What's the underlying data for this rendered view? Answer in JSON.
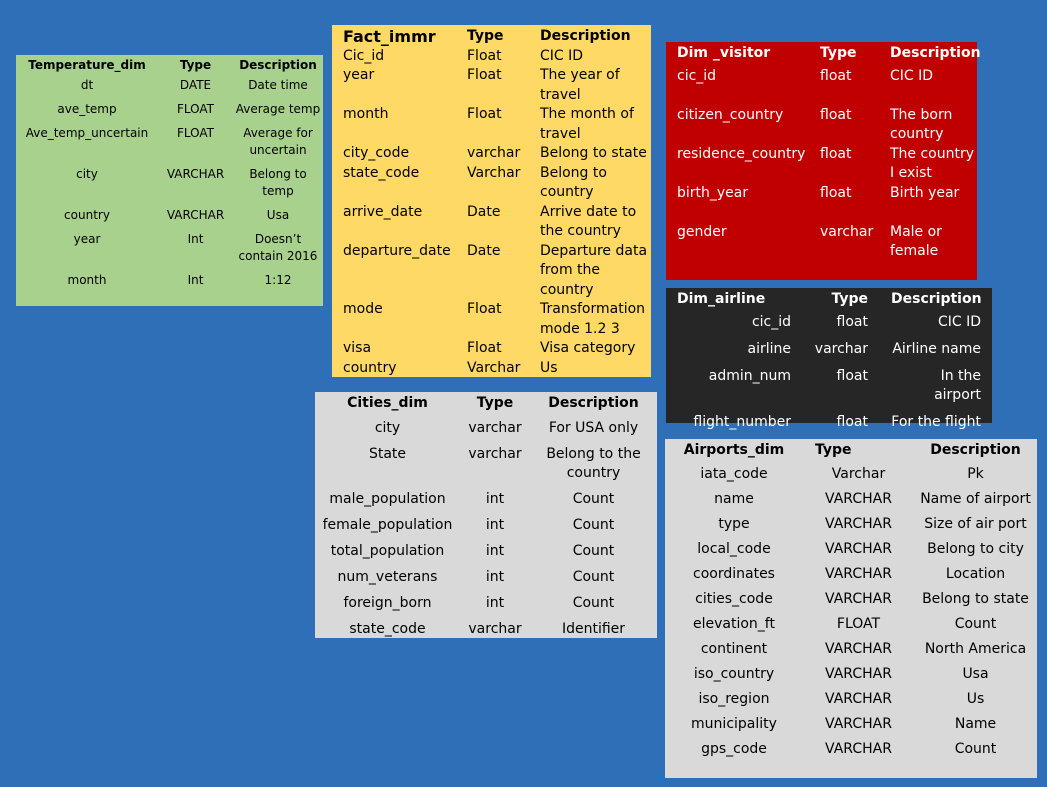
{
  "temperature_dim": {
    "headers": [
      "Temperature_dim",
      "Type",
      "Description"
    ],
    "rows": [
      [
        "dt",
        "DATE",
        "Date time"
      ],
      [
        "ave_temp",
        "FLOAT",
        "Average temp"
      ],
      [
        "Ave_temp_uncertain",
        "FLOAT",
        "Average for uncertain"
      ],
      [
        "city",
        "VARCHAR",
        "Belong to temp"
      ],
      [
        "country",
        "VARCHAR",
        "Usa"
      ],
      [
        "year",
        "Int",
        "Doesn’t contain 2016"
      ],
      [
        "month",
        "Int",
        "1:12"
      ]
    ]
  },
  "fact_immr": {
    "headers": [
      "Fact_immr",
      "Type",
      "Description"
    ],
    "rows": [
      [
        "Cic_id",
        "Float",
        "CIC ID"
      ],
      [
        "year",
        "Float",
        "The year of travel"
      ],
      [
        "month",
        "Float",
        "The month of travel"
      ],
      [
        "city_code",
        "varchar",
        "Belong to state"
      ],
      [
        "state_code",
        "Varchar",
        "Belong to country"
      ],
      [
        "arrive_date",
        "Date",
        "Arrive date to the country"
      ],
      [
        "departure_date",
        "Date",
        "Departure data from the country"
      ],
      [
        "mode",
        "Float",
        "Transformation mode 1.2 3"
      ],
      [
        "visa",
        "Float",
        "Visa category"
      ],
      [
        "country",
        "Varchar",
        "Us"
      ]
    ]
  },
  "dim_visitor": {
    "headers": [
      "Dim _visitor",
      "Type",
      "Description"
    ],
    "rows": [
      [
        "cic_id",
        "float",
        "CIC ID"
      ],
      [
        "citizen_country",
        "float",
        "The born country"
      ],
      [
        "residence_country",
        "float",
        "The country I exist"
      ],
      [
        "birth_year",
        "float",
        "Birth year"
      ],
      [
        "gender",
        "varchar",
        "Male or female"
      ]
    ]
  },
  "dim_airline": {
    "headers": [
      "Dim_airline",
      "Type",
      "Description"
    ],
    "rows": [
      [
        "cic_id",
        "float",
        "CIC ID"
      ],
      [
        "airline",
        "varchar",
        "Airline name"
      ],
      [
        "admin_num",
        "float",
        "In the airport"
      ],
      [
        "flight_number",
        "float",
        "For the flight"
      ]
    ]
  },
  "cities_dim": {
    "headers": [
      "Cities_dim",
      "Type",
      "Description"
    ],
    "rows": [
      [
        "city",
        "varchar",
        "For USA only"
      ],
      [
        "State",
        "varchar",
        "Belong to the country"
      ],
      [
        "male_population",
        "int",
        "Count"
      ],
      [
        "female_population",
        "int",
        "Count"
      ],
      [
        "total_population",
        "int",
        "Count"
      ],
      [
        "num_veterans",
        "int",
        "Count"
      ],
      [
        "foreign_born",
        "int",
        "Count"
      ],
      [
        "state_code",
        "varchar",
        "Identifier"
      ]
    ]
  },
  "airports_dim": {
    "headers": [
      "Airports_dim",
      "Type",
      "Description"
    ],
    "rows": [
      [
        "iata_code",
        "Varchar",
        "Pk"
      ],
      [
        "name",
        "VARCHAR",
        "Name of airport"
      ],
      [
        "type",
        "VARCHAR",
        "Size of air port"
      ],
      [
        "local_code",
        "VARCHAR",
        "Belong to city"
      ],
      [
        "coordinates",
        "VARCHAR",
        "Location"
      ],
      [
        "cities_code",
        "VARCHAR",
        "Belong to state"
      ],
      [
        "elevation_ft",
        "FLOAT",
        "Count"
      ],
      [
        "continent",
        "VARCHAR",
        "North America"
      ],
      [
        "iso_country",
        "VARCHAR",
        "Usa"
      ],
      [
        "iso_region",
        "VARCHAR",
        "Us"
      ],
      [
        "municipality",
        "VARCHAR",
        "Name"
      ],
      [
        "gps_code",
        "VARCHAR",
        "Count"
      ]
    ]
  },
  "colors": {
    "background": "#2e6fb7",
    "temperature": "#a9d18e",
    "fact": "#ffd966",
    "visitor": "#c00000",
    "airline": "#262626",
    "cities": "#d9d9d9",
    "airports": "#d9d9d9"
  }
}
